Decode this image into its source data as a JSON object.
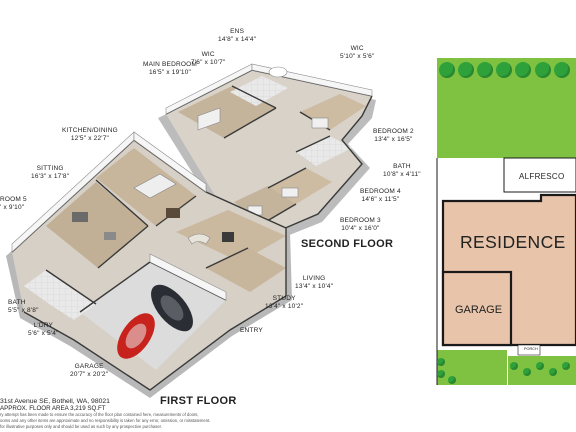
{
  "first_floor": {
    "title": "FIRST FLOOR",
    "rooms": [
      {
        "id": "kitchen-dining",
        "name": "KITCHEN/DINING",
        "dims": "12'5\" x 22'7\""
      },
      {
        "id": "sitting",
        "name": "SITTING",
        "dims": "16'3\" x 17'8\""
      },
      {
        "id": "bedroom-5",
        "name": "ROOM 5",
        "dims": "' x 9'10\""
      },
      {
        "id": "bath",
        "name": "BATH",
        "dims": "5'5\" x 8'8\""
      },
      {
        "id": "laundry",
        "name": "L'DRY",
        "dims": "5'6\" x 5'4\""
      },
      {
        "id": "garage",
        "name": "GARAGE",
        "dims": "20'7\" x 20'2\""
      },
      {
        "id": "living",
        "name": "LIVING",
        "dims": "13'4\" x 10'4\""
      },
      {
        "id": "study",
        "name": "STUDY",
        "dims": "13'4\" x 10'2\""
      },
      {
        "id": "entry",
        "name": "ENTRY",
        "dims": ""
      }
    ]
  },
  "second_floor": {
    "title": "SECOND FLOOR",
    "rooms": [
      {
        "id": "ensuite",
        "name": "ENS",
        "dims": "14'8\" x 14'4\""
      },
      {
        "id": "wic-main",
        "name": "WIC",
        "dims": "7'6\" x 10'7\""
      },
      {
        "id": "main-bedroom",
        "name": "MAIN BEDROOM",
        "dims": "16'5\" x 19'10\""
      },
      {
        "id": "wic-2",
        "name": "WIC",
        "dims": "5'10\" x 5'6\""
      },
      {
        "id": "bedroom-2",
        "name": "BEDROOM 2",
        "dims": "13'4\" x 16'5\""
      },
      {
        "id": "bath-2",
        "name": "BATH",
        "dims": "10'8\" x 4'11\""
      },
      {
        "id": "bedroom-4",
        "name": "BEDROOM 4",
        "dims": "14'6\" x 11'5\""
      },
      {
        "id": "bedroom-3",
        "name": "BEDROOM 3",
        "dims": "10'4\" x 16'0\""
      }
    ]
  },
  "footer": {
    "address": "31st Avenue SE, Bothell, WA, 98021",
    "area": "APPROX. FLOOR AREA 3,219 SQ.FT",
    "disclaimer": [
      "ry attempt has been made to ensure the accuracy of the floor plan contained here, measurements of doors,",
      "ooms and any other items are approximate and no responsibility is taken for any error, omission, or misstatement.",
      "for illustrative purposes only and should be used as such by any prospective purchaser."
    ]
  },
  "site_plan": {
    "residence_label": "RESIDENCE",
    "garage_label": "GARAGE",
    "alfresco_label": "ALFRESCO",
    "porch_label": "PORCH"
  },
  "colors": {
    "lawn": "#7fc241",
    "tree": "#2fa13a",
    "residence_fill": "#e7c4aa",
    "outline": "#1a1a1a",
    "car_red": "#c8221c",
    "car_dark": "#2a2d33",
    "floor_wood": "#c9b69c",
    "wall_white": "#f4f4f4"
  }
}
